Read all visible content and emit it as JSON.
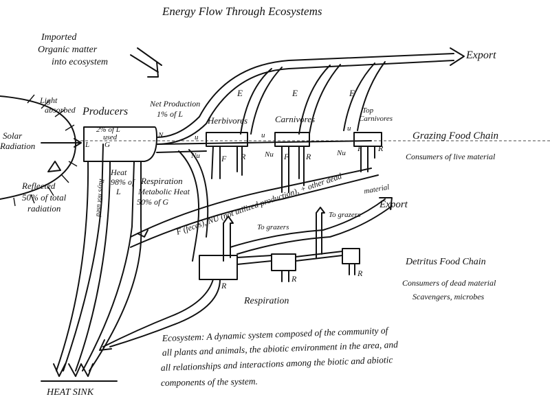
{
  "title": "Energy Flow Through Ecosystems",
  "imported": [
    "Imported",
    "Organic matter",
    "into ecosystem"
  ],
  "export_top": "Export",
  "export_lower": "Export",
  "solar": [
    "Solar",
    "Radiation"
  ],
  "reflected": [
    "Reflected",
    "50% of total",
    "radiation"
  ],
  "light_absorbed": [
    "Light",
    "absorbed"
  ],
  "producers": {
    "label": "Producers",
    "used": [
      "2% of L",
      "used"
    ],
    "L": "L",
    "G": "G",
    "N": "N"
  },
  "net_production": [
    "Net Production",
    "1% of L"
  ],
  "heat": [
    "Heat",
    "98% of",
    "L"
  ],
  "rays_not_used": "Rays not used",
  "respiration_producers": [
    "Respiration",
    "Metabolic Heat",
    "50% of G"
  ],
  "trophic": {
    "herbivores": "Herbivores",
    "carnivores": "Carnivores",
    "top_carnivores": [
      "Top",
      "Carnivores"
    ]
  },
  "flow_labels": {
    "E": "E",
    "U": "u",
    "NU": "Nu",
    "F": "F",
    "R": "R"
  },
  "grazing": {
    "title": "Grazing Food Chain",
    "subtitle": "Consumers of live material"
  },
  "dead_material": [
    "F (feces), NU (not utilized production), + other dead",
    "material"
  ],
  "to_grazers": "To grazers",
  "detritus": {
    "title": "Detritus Food Chain",
    "subtitle1": "Consumers of dead material",
    "subtitle2": "Scavengers, microbes"
  },
  "respiration_detritus": "Respiration",
  "definition": [
    "Ecosystem: A dynamic system composed of the community of",
    "all plants and animals, the abiotic environment in the area, and",
    "all relationships and interactions among the biotic and abiotic",
    "components of the system."
  ],
  "heat_sink": "HEAT SINK"
}
